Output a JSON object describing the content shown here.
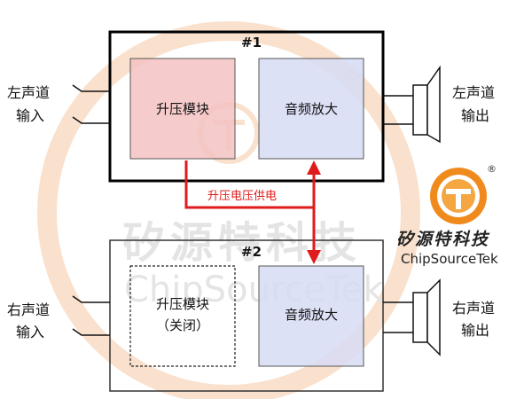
{
  "watermark": {
    "text_cn": "矽源特科技",
    "text_en": "ChipSourceTek",
    "registered_mark": "®",
    "color": "#f2b98c"
  },
  "logo": {
    "text_cn": "矽源特科技",
    "text_en": "ChipSourceTek",
    "registered_mark": "®",
    "color_orange": "#f08a1c"
  },
  "chip1": {
    "label": "#1",
    "boost_module": "升压模块",
    "amp_module": "音频放大",
    "boost_fill": "#f4c2c2",
    "amp_fill": "#d7dcf4"
  },
  "chip2": {
    "label": "#2",
    "boost_module_line1": "升压模块",
    "boost_module_line2": "（关闭）",
    "amp_module": "音频放大"
  },
  "supply": {
    "label": "升压电压供电",
    "color": "#e01b1b"
  },
  "io": {
    "left_input_line1": "左声道",
    "left_input_line2": "输入",
    "left_output_line1": "左声道",
    "left_output_line2": "输出",
    "right_input_line1": "右声道",
    "right_input_line2": "输入",
    "right_output_line1": "右声道",
    "right_output_line2": "输出"
  }
}
